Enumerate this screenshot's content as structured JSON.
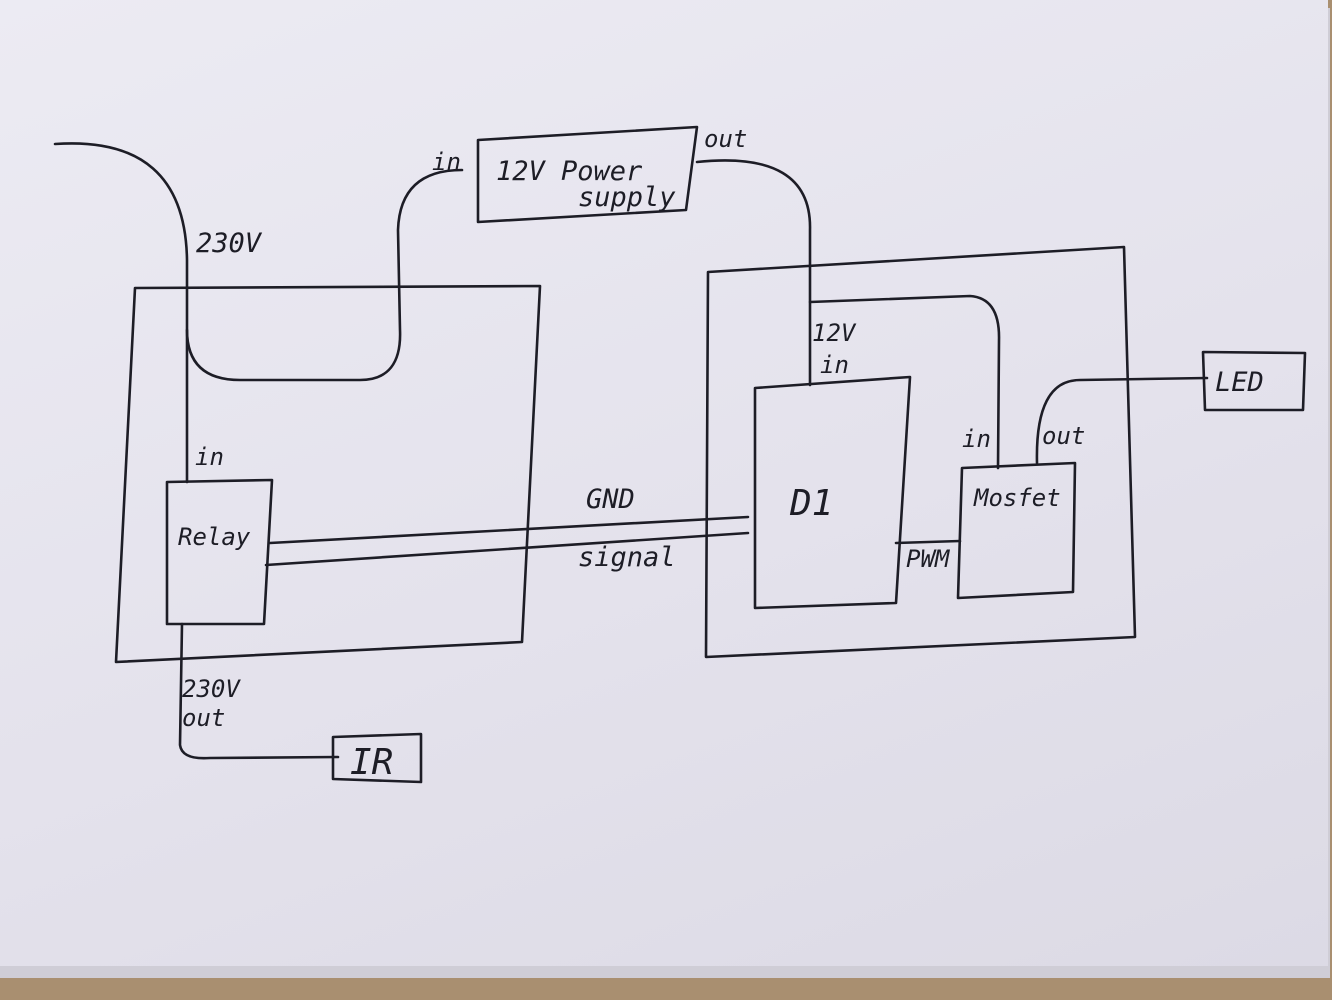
{
  "labels": {
    "mains_voltage": "230V",
    "psu_in": "in",
    "psu_name_line1": "12V Power",
    "psu_name_line2": "supply",
    "psu_out": "out",
    "relay_in": "in",
    "relay_name": "Relay",
    "relay_out_line1": "230V",
    "relay_out_line2": "out",
    "ir_name": "IR",
    "gnd": "GND",
    "signal": "signal",
    "d1_in_line1": "12V",
    "d1_in_line2": "in",
    "d1_name": "D1",
    "pwm": "PWM",
    "mosfet_in": "in",
    "mosfet_out": "out",
    "mosfet_name": "Mosfet",
    "led_name": "LED"
  }
}
